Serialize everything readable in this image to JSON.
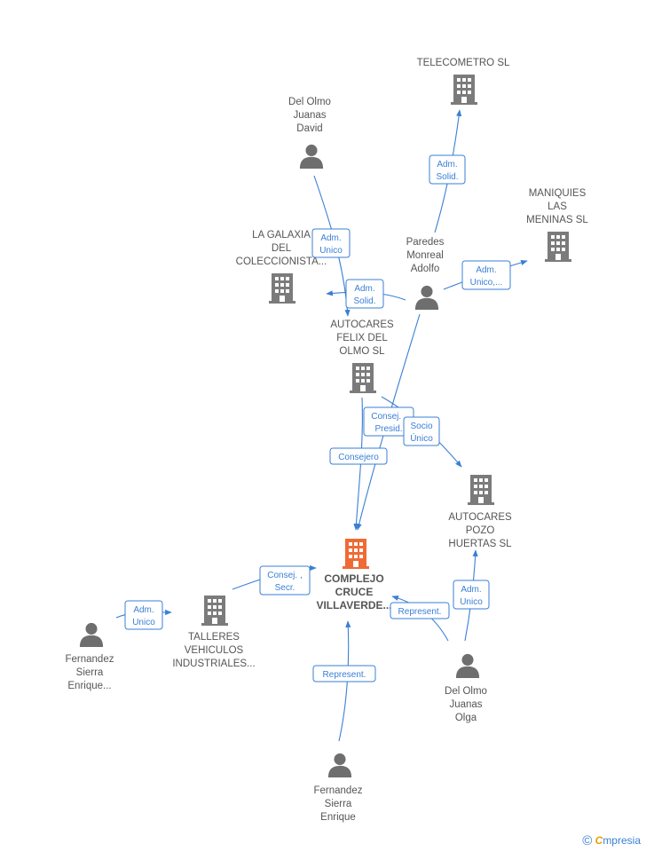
{
  "nodes": [
    {
      "id": "telecometro",
      "type": "company",
      "lines": [
        "TELECOMETRO SL"
      ]
    },
    {
      "id": "delolmo_david",
      "type": "person",
      "lines": [
        "Del Olmo",
        "Juanas",
        "David"
      ]
    },
    {
      "id": "maniquies",
      "type": "company",
      "lines": [
        "MANIQUIES",
        "LAS",
        "MENINAS SL"
      ]
    },
    {
      "id": "la_galaxia",
      "type": "company",
      "lines": [
        "LA GALAXIA",
        "DEL",
        "COLECCIONISTA..."
      ]
    },
    {
      "id": "paredes",
      "type": "person",
      "lines": [
        "Paredes",
        "Monreal",
        "Adolfo"
      ]
    },
    {
      "id": "autocares_felix",
      "type": "company",
      "lines": [
        "AUTOCARES",
        "FELIX DEL",
        "OLMO  SL"
      ]
    },
    {
      "id": "autocares_pozo",
      "type": "company",
      "lines": [
        "AUTOCARES",
        "POZO",
        "HUERTAS SL"
      ]
    },
    {
      "id": "complejo",
      "type": "company",
      "highlight": true,
      "lines": [
        "COMPLEJO",
        "CRUCE",
        "VILLAVERDE..."
      ]
    },
    {
      "id": "talleres",
      "type": "company",
      "lines": [
        "TALLERES",
        "VEHICULOS",
        "INDUSTRIALES..."
      ]
    },
    {
      "id": "fernandez_1",
      "type": "person",
      "lines": [
        "Fernandez",
        "Sierra",
        "Enrique..."
      ]
    },
    {
      "id": "delolmo_olga",
      "type": "person",
      "lines": [
        "Del Olmo",
        "Juanas",
        "Olga"
      ]
    },
    {
      "id": "fernandez_2",
      "type": "person",
      "lines": [
        "Fernandez",
        "Sierra",
        "Enrique"
      ]
    }
  ],
  "edges": [
    {
      "id": "e1",
      "from": "paredes",
      "to": "telecometro",
      "label": [
        "Adm.",
        "Solid."
      ]
    },
    {
      "id": "e2",
      "from": "delolmo_david",
      "to": "autocares_felix",
      "label": [
        "Adm.",
        "Unico"
      ]
    },
    {
      "id": "e3",
      "from": "paredes",
      "to": "maniquies",
      "label": [
        "Adm.",
        "Unico,..."
      ]
    },
    {
      "id": "e4",
      "from": "paredes",
      "to": "la_galaxia",
      "label": [
        "Adm.",
        "Solid."
      ]
    },
    {
      "id": "e5",
      "from": "paredes",
      "to": "complejo",
      "label": [
        "Consej. ,",
        "Presid."
      ]
    },
    {
      "id": "e6",
      "from": "autocares_felix",
      "to": "autocares_pozo",
      "label": [
        "Socio",
        "Único"
      ]
    },
    {
      "id": "e7",
      "from": "autocares_felix",
      "to": "complejo",
      "label": [
        "Consejero"
      ]
    },
    {
      "id": "e8",
      "from": "talleres",
      "to": "complejo",
      "label": [
        "Consej. ,",
        "Secr."
      ]
    },
    {
      "id": "e9",
      "from": "fernandez_1",
      "to": "talleres",
      "label": [
        "Adm.",
        "Unico"
      ]
    },
    {
      "id": "e10",
      "from": "delolmo_olga",
      "to": "autocares_pozo",
      "label": [
        "Adm.",
        "Unico"
      ]
    },
    {
      "id": "e11",
      "from": "delolmo_olga",
      "to": "complejo",
      "label": [
        "Represent."
      ]
    },
    {
      "id": "e12",
      "from": "fernandez_2",
      "to": "complejo",
      "label": [
        "Represent."
      ]
    }
  ],
  "colors": {
    "edge": "#3a7fd5",
    "building": "#7b7b7b",
    "person": "#6e6e6e",
    "highlight": "#f06a35",
    "text": "#555555"
  },
  "brand": {
    "copyright": "©",
    "initial": "C",
    "rest": "mpresia"
  }
}
